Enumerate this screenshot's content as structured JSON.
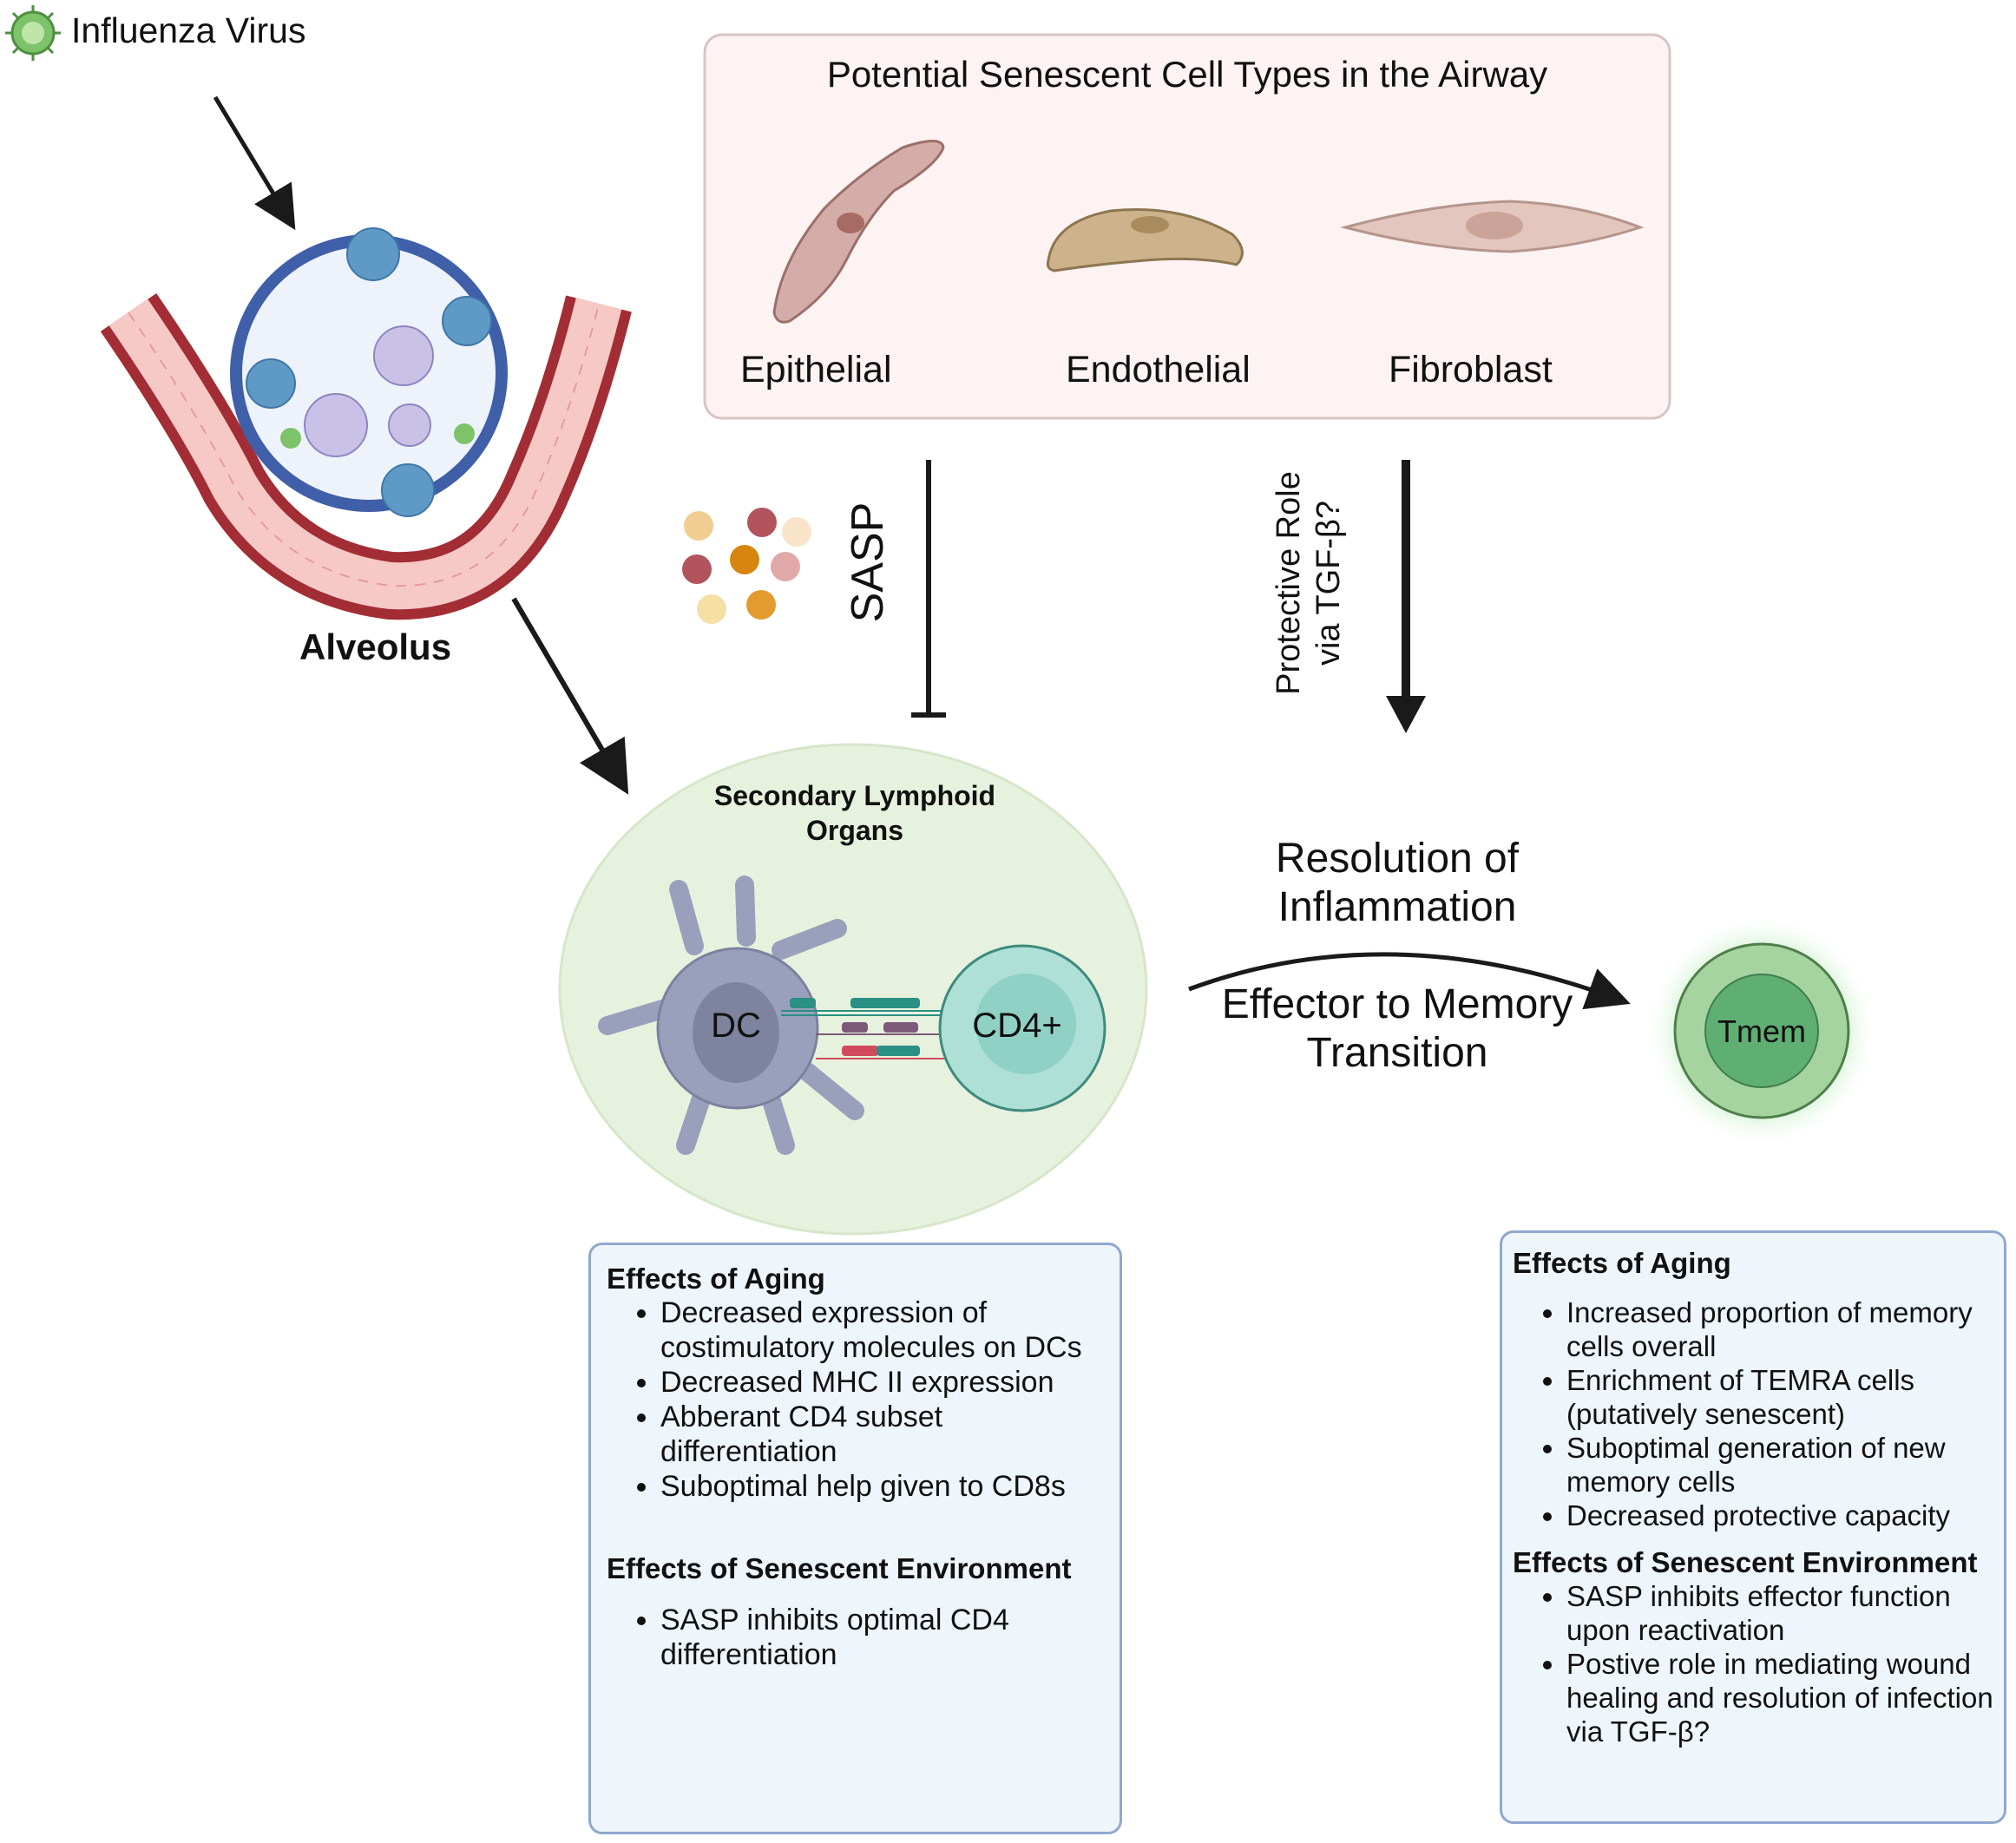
{
  "legend": {
    "virus_label": "Influenza Virus"
  },
  "alveolus": {
    "label": "Alveolus"
  },
  "senescent_panel": {
    "title": "Potential Senescent Cell Types in the Airway",
    "cells": [
      {
        "label": "Epithelial"
      },
      {
        "label": "Endothelial"
      },
      {
        "label": "Fibroblast"
      }
    ]
  },
  "sasp": {
    "label": "SASP"
  },
  "protective": {
    "line1": "Protective Role",
    "line2": "via TGF-β?"
  },
  "lymphoid": {
    "title_line1": "Secondary Lymphoid",
    "title_line2": "Organs",
    "dc_label": "DC",
    "cd4_label": "CD4+"
  },
  "transition": {
    "resolution_line1": "Resolution of",
    "resolution_line2": "Inflammation",
    "effector_line1": "Effector to Memory",
    "effector_line2": "Transition"
  },
  "tmem": {
    "label": "Tmem"
  },
  "left_box": {
    "aging_heading": "Effects of Aging",
    "aging_items": [
      "Decreased expression of costimulatory molecules on DCs",
      "Decreased MHC II expression",
      "Abberant CD4 subset differentiation",
      "Suboptimal help given to CD8s"
    ],
    "senescent_heading": "Effects of Senescent Environment",
    "senescent_items": [
      "SASP inhibits optimal CD4 differentiation"
    ]
  },
  "right_box": {
    "aging_heading": "Effects of Aging",
    "aging_items": [
      "Increased proportion of memory cells overall",
      "Enrichment of TEMRA cells (putatively senescent)",
      "Suboptimal generation of new memory cells",
      "Decreased protective capacity"
    ],
    "senescent_heading": "Effects of Senescent Environment",
    "senescent_items": [
      "SASP inhibits effector function upon reactivation",
      "Postive role in mediating wound healing and resolution of infection via TGF-β?"
    ]
  },
  "colors": {
    "panel_fill": "#fdf3f3",
    "panel_border": "#d9c4c4",
    "lymphoid_fill": "#e7f2de",
    "infobox_fill": "#eef5fb",
    "infobox_border": "#8fa8cf",
    "tmem_green": "#4f9a62",
    "virus_green": "#7cc36a"
  }
}
